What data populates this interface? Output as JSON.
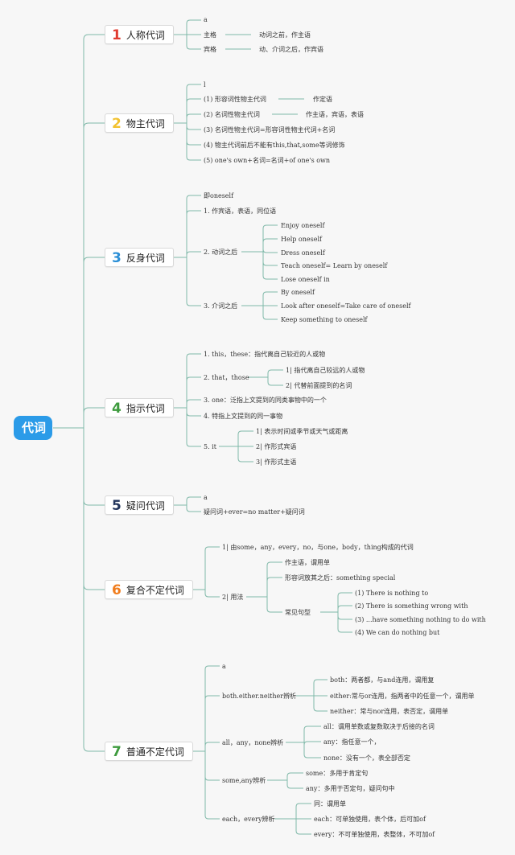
{
  "colors": {
    "root_bg": "#2b9be8",
    "line": "#7fb8a8",
    "num1": "#e03c31",
    "num2": "#f2c230",
    "num3": "#2b8fd6",
    "num4": "#3e9b3e",
    "num5": "#23355c",
    "num6": "#f07d1e",
    "num7": "#3e9b3e"
  },
  "root": "代词",
  "branches": [
    {
      "num": "1",
      "label": "人称代词"
    },
    {
      "num": "2",
      "label": "物主代词"
    },
    {
      "num": "3",
      "label": "反身代词"
    },
    {
      "num": "4",
      "label": "指示代词"
    },
    {
      "num": "5",
      "label": "疑问代词"
    },
    {
      "num": "6",
      "label": "复合不定代词"
    },
    {
      "num": "7",
      "label": "普通不定代词"
    }
  ],
  "leaves": {
    "b1_a": "a",
    "b1_zhuge": "主格",
    "b1_zhuge_desc": "动词之前，作主语",
    "b1_binge": "宾格",
    "b1_binge_desc": "动、介词之后，作宾语",
    "b2_l": "l",
    "b2_1": "(1) 形容词性物主代词",
    "b2_1_desc": "作定语",
    "b2_2": "(2) 名词性物主代词",
    "b2_2_desc": "作主语，宾语，表语",
    "b2_3": "(3) 名词性物主代词=形容词性物主代词+名词",
    "b2_4": "(4) 物主代词前后不能有this,that,some等词修饰",
    "b2_5": "(5) one's own+名词=名词+of one's own",
    "b3_ji": "即oneself",
    "b3_1": "1. 作宾语，表语，同位语",
    "b3_2": "2. 动词之后",
    "b3_2a": "Enjoy oneself",
    "b3_2b": "Help oneself",
    "b3_2c": "Dress oneself",
    "b3_2d": "Teach oneself= Learn by oneself",
    "b3_2e": "Lose oneself in",
    "b3_3": "3. 介词之后",
    "b3_3a": "By oneself",
    "b3_3b": "Look after oneself=Take care of oneself",
    "b3_3c": "Keep something to oneself",
    "b4_1": "1. this，these：指代离自己较近的人或物",
    "b4_2": "2. that，those",
    "b4_2a": "1| 指代离自己较远的人或物",
    "b4_2b": "2| 代替前面提到的名词",
    "b4_3": "3. one：泛指上文提到的同类事物中的一个",
    "b4_4": "4. 特指上文提到的同一事物",
    "b4_5": "5. it",
    "b4_5a": "1| 表示时间或季节或天气或距离",
    "b4_5b": "2| 作形式宾语",
    "b4_5c": "3| 作形式主语",
    "b5_a": "a",
    "b5_b": "疑问词+ever=no matter+疑问词",
    "b6_1": "1| 由some，any，every，no，与one，body，thing构成的代词",
    "b6_2": "2| 用法",
    "b6_2a": "作主语，谓用单",
    "b6_2b": "形容词放其之后：something special",
    "b6_2c": "常见句型",
    "b6_2c1": "(1) There is nothing to",
    "b6_2c2": "(2) There is something wrong with",
    "b6_2c3": "(3) ...have something nothing to do with",
    "b6_2c4": "(4) We can do nothing but",
    "b7_a": "a",
    "b7_1": "both.either.neither辨析",
    "b7_1a": "both：两者都，与and连用，谓用复",
    "b7_1b": "either:常与or连用，指两者中的任意一个，谓用单",
    "b7_1c": "neither：常与nor连用，表否定，谓用单",
    "b7_2": "all，any，none辨析",
    "b7_2a": "all：谓用单数或复数取决于后接的名词",
    "b7_2b": "any：指任意一个，",
    "b7_2c": "none：没有一个，表全部否定",
    "b7_3": "some,any辨析",
    "b7_3a": "some：多用于肯定句",
    "b7_3b": "any：多用于否定句，疑问句中",
    "b7_4": "each，every辨析",
    "b7_4a": "同：谓用单",
    "b7_4b": "each：可单独使用，表个体，后可加of",
    "b7_4c": "every：不可单独使用，表整体，不可加of"
  }
}
